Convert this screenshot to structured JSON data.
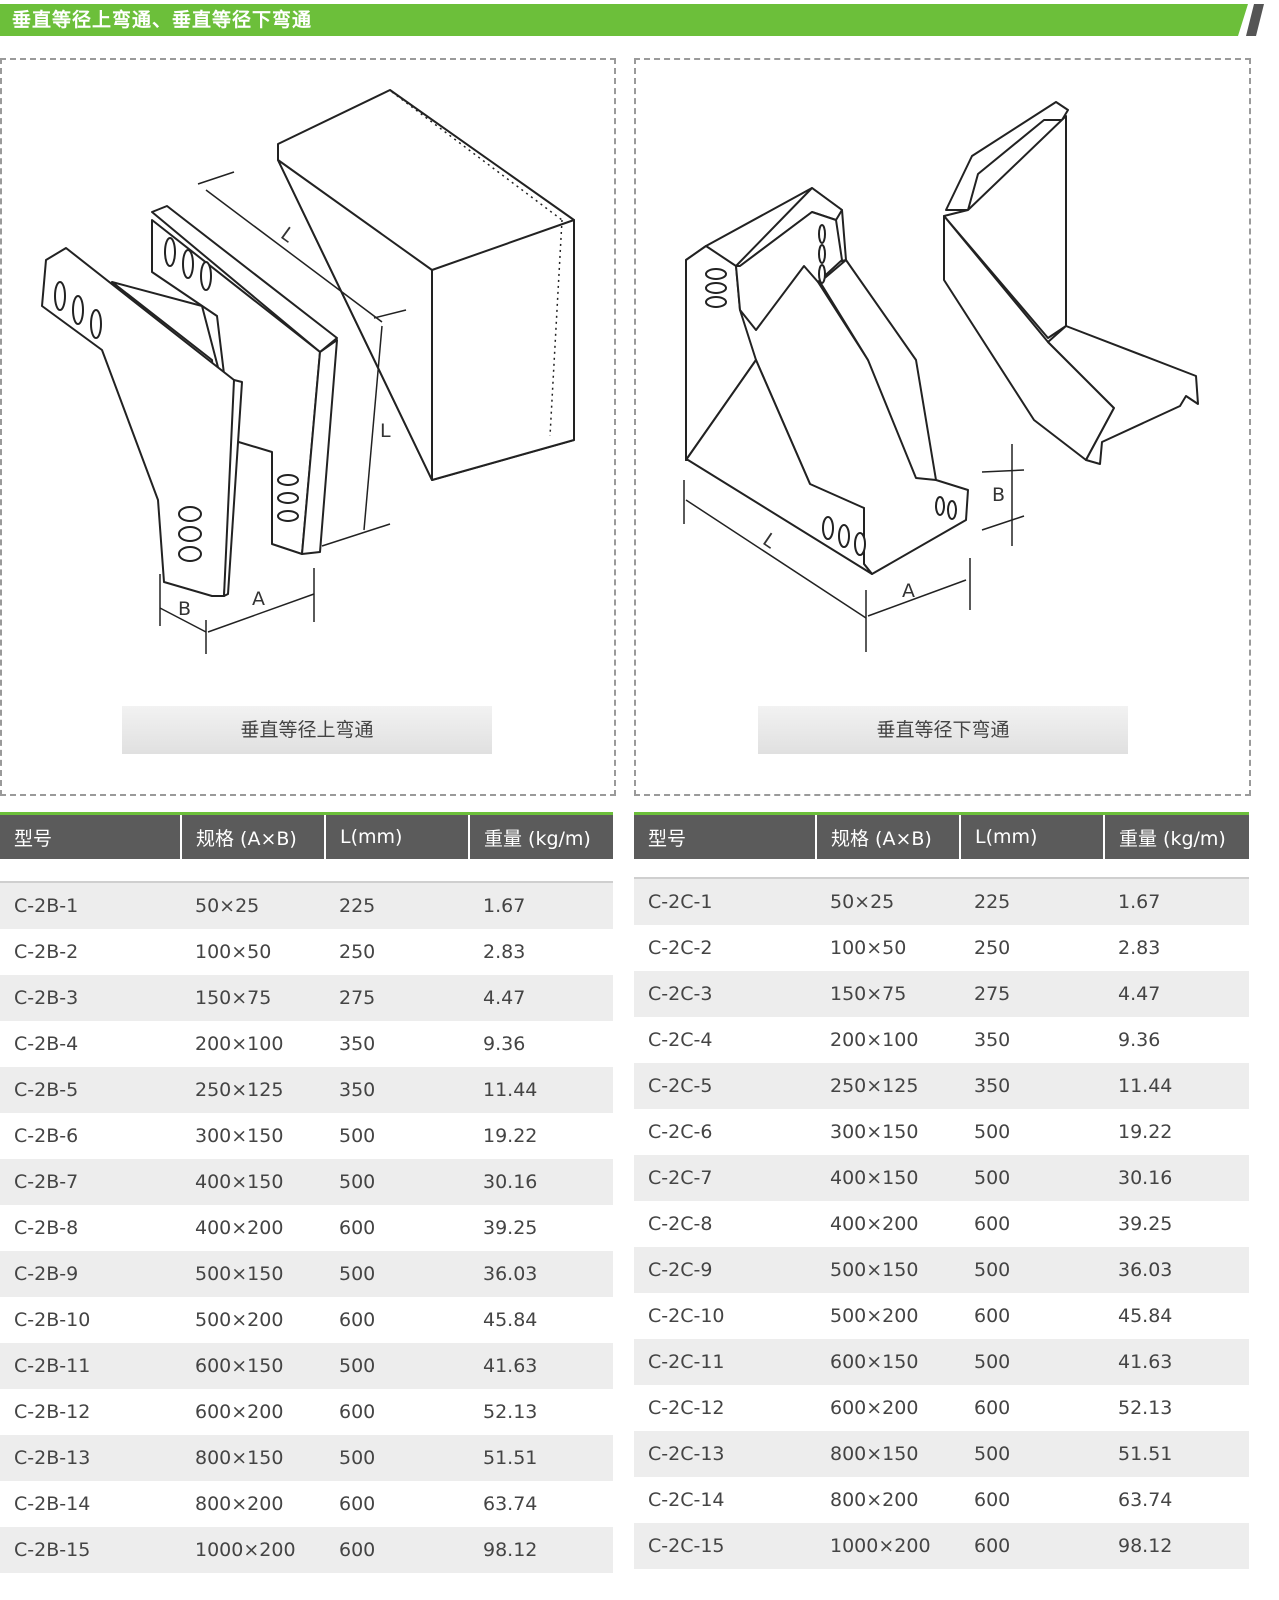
{
  "header": {
    "title": "垂直等径上弯通、垂直等径下弯通"
  },
  "left_figure": {
    "caption": "垂直等径上弯通",
    "dim_L_top": "L",
    "dim_L_side": "L",
    "dim_A": "A",
    "dim_B": "B"
  },
  "right_figure": {
    "caption": "垂直等径下弯通",
    "dim_L": "L",
    "dim_A": "A",
    "dim_B": "B"
  },
  "left_table": {
    "columns": [
      "型号",
      "规格 (A×B)",
      "L(mm)",
      "重量 (kg/m)"
    ],
    "rows": [
      [
        "C-2B-1",
        "50×25",
        "225",
        "1.67"
      ],
      [
        "C-2B-2",
        "100×50",
        "250",
        "2.83"
      ],
      [
        "C-2B-3",
        "150×75",
        "275",
        "4.47"
      ],
      [
        "C-2B-4",
        "200×100",
        "350",
        "9.36"
      ],
      [
        "C-2B-5",
        "250×125",
        "350",
        "11.44"
      ],
      [
        "C-2B-6",
        "300×150",
        "500",
        "19.22"
      ],
      [
        "C-2B-7",
        "400×150",
        "500",
        "30.16"
      ],
      [
        "C-2B-8",
        "400×200",
        "600",
        "39.25"
      ],
      [
        "C-2B-9",
        "500×150",
        "500",
        "36.03"
      ],
      [
        "C-2B-10",
        "500×200",
        "600",
        "45.84"
      ],
      [
        "C-2B-11",
        "600×150",
        "500",
        "41.63"
      ],
      [
        "C-2B-12",
        "600×200",
        "600",
        "52.13"
      ],
      [
        "C-2B-13",
        "800×150",
        "500",
        "51.51"
      ],
      [
        "C-2B-14",
        "800×200",
        "600",
        "63.74"
      ],
      [
        "C-2B-15",
        "1000×200",
        "600",
        "98.12"
      ]
    ]
  },
  "right_table": {
    "columns": [
      "型号",
      "规格 (A×B)",
      "L(mm)",
      "重量 (kg/m)"
    ],
    "rows": [
      [
        "C-2C-1",
        "50×25",
        "225",
        "1.67"
      ],
      [
        "C-2C-2",
        "100×50",
        "250",
        "2.83"
      ],
      [
        "C-2C-3",
        "150×75",
        "275",
        "4.47"
      ],
      [
        "C-2C-4",
        "200×100",
        "350",
        "9.36"
      ],
      [
        "C-2C-5",
        "250×125",
        "350",
        "11.44"
      ],
      [
        "C-2C-6",
        "300×150",
        "500",
        "19.22"
      ],
      [
        "C-2C-7",
        "400×150",
        "500",
        "30.16"
      ],
      [
        "C-2C-8",
        "400×200",
        "600",
        "39.25"
      ],
      [
        "C-2C-9",
        "500×150",
        "500",
        "36.03"
      ],
      [
        "C-2C-10",
        "500×200",
        "600",
        "45.84"
      ],
      [
        "C-2C-11",
        "600×150",
        "500",
        "41.63"
      ],
      [
        "C-2C-12",
        "600×200",
        "600",
        "52.13"
      ],
      [
        "C-2C-13",
        "800×150",
        "500",
        "51.51"
      ],
      [
        "C-2C-14",
        "800×200",
        "600",
        "63.74"
      ],
      [
        "C-2C-15",
        "1000×200",
        "600",
        "98.12"
      ]
    ]
  },
  "colors": {
    "accent": "#6cbf3a",
    "header_bg": "#5b5b5b",
    "row_alt": "#ededed",
    "stripe": "#555555"
  }
}
